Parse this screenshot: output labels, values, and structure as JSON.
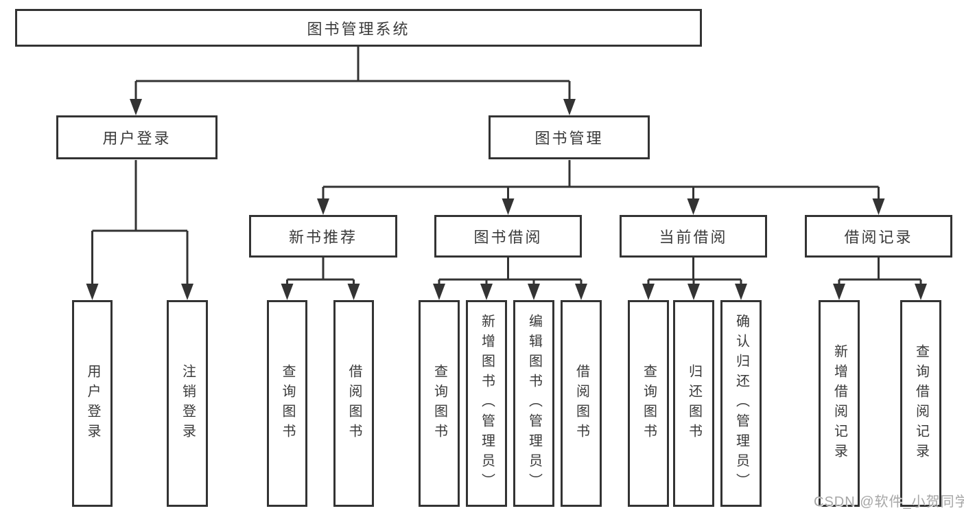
{
  "diagram": {
    "root": {
      "label": "图书管理系统"
    },
    "branches": [
      {
        "label": "用户登录",
        "children": [
          {
            "label": "用户登录"
          },
          {
            "label": "注销登录"
          }
        ]
      },
      {
        "label": "图书管理",
        "sections": [
          {
            "label": "新书推荐",
            "children": [
              {
                "label": "查询图书"
              },
              {
                "label": "借阅图书"
              }
            ]
          },
          {
            "label": "图书借阅",
            "children": [
              {
                "label": "查询图书"
              },
              {
                "label": "新增图书（管理员）"
              },
              {
                "label": "编辑图书（管理员）"
              },
              {
                "label": "借阅图书"
              }
            ]
          },
          {
            "label": "当前借阅",
            "children": [
              {
                "label": "查询图书"
              },
              {
                "label": "归还图书"
              },
              {
                "label": "确认归还（管理员）"
              }
            ]
          },
          {
            "label": "借阅记录",
            "children": [
              {
                "label": "新增借阅记录"
              },
              {
                "label": "查询借阅记录"
              }
            ]
          }
        ]
      }
    ]
  },
  "watermark": {
    "text": "CSDN @软件_小贺同学"
  },
  "colors": {
    "line": "#333333",
    "text": "#3a3a3a",
    "background": "#ffffff",
    "watermark": "#a6a6a6"
  }
}
